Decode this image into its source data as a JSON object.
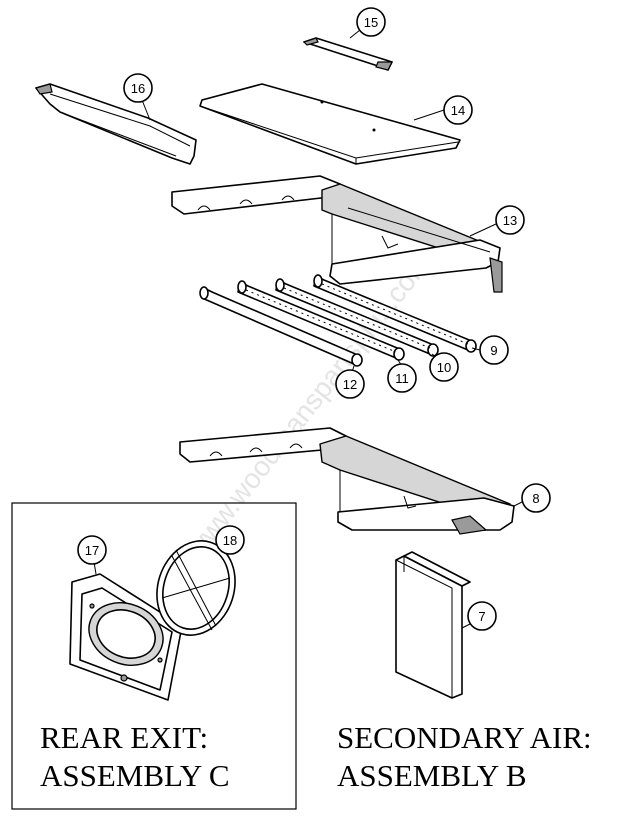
{
  "callouts": {
    "c15": "15",
    "c16": "16",
    "c14": "14",
    "c13": "13",
    "c9": "9",
    "c10": "10",
    "c11": "11",
    "c12": "12",
    "c8": "8",
    "c17": "17",
    "c18": "18",
    "c7": "7"
  },
  "captions": {
    "rear_line1": "REAR EXIT:",
    "rear_line2": "ASSEMBLY C",
    "secondary_line1": "SECONDARY AIR:",
    "secondary_line2": "ASSEMBLY B"
  },
  "watermark": "www.woodmanspartsplus.com"
}
